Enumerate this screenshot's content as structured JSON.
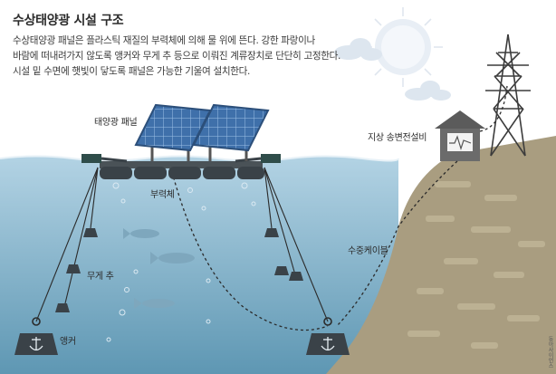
{
  "title": "수상태양광 시설 구조",
  "description": [
    "수상태양광 패널은 플라스틱 재질의 부력체에 의해 물 위에 뜬다. 강한 파랑이나",
    "바람에 떠내려가지 않도록 앵커와 무게 추 등으로 이뤄진 계류장치로 단단히 고정한다.",
    "시설 밑 수면에 햇빛이 닿도록 패널은 가능한 기울여 설치한다."
  ],
  "labels": {
    "solar_panel": "태양광 패널",
    "float": "부력체",
    "weight": "무게 추",
    "anchor": "앵커",
    "underwater_cable": "수중케이블",
    "substation": "지상 송변전설비"
  },
  "credit": "동아사이언스",
  "colors": {
    "sky": "#ffffff",
    "water_surface": "#a8cde0",
    "water_deep": "#5f9ab6",
    "land": "#a89c7e",
    "panel": "#3d6ea8",
    "float": "#3a4248",
    "anchor": "#3a4248",
    "sun": "#f1f4f8"
  }
}
